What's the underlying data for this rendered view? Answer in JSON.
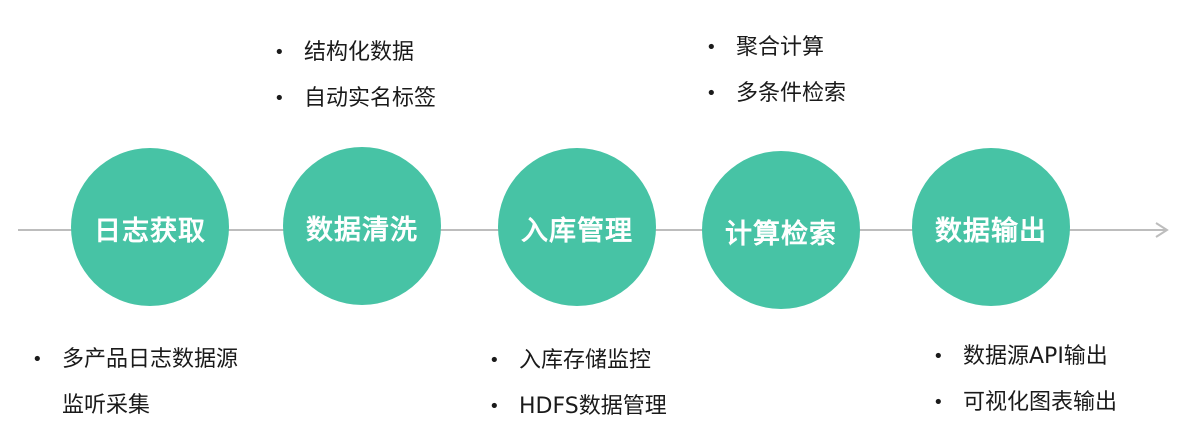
{
  "colors": {
    "circle": "#47c3a5",
    "circle_text": "#ffffff",
    "line": "#bdbdbd",
    "text": "#1a1a1a"
  },
  "steps": [
    {
      "label": "日志获取",
      "notes": [
        "多产品日志数据源监听采集"
      ]
    },
    {
      "label": "数据清洗",
      "notes": [
        "结构化数据",
        "自动实名标签"
      ]
    },
    {
      "label": "入库管理",
      "notes": [
        "入库存储监控",
        "HDFS数据管理"
      ]
    },
    {
      "label": "计算检索",
      "notes": [
        "聚合计算",
        "多条件检索"
      ]
    },
    {
      "label": "数据输出",
      "notes": [
        "数据源API输出",
        "可视化图表输出"
      ]
    }
  ]
}
